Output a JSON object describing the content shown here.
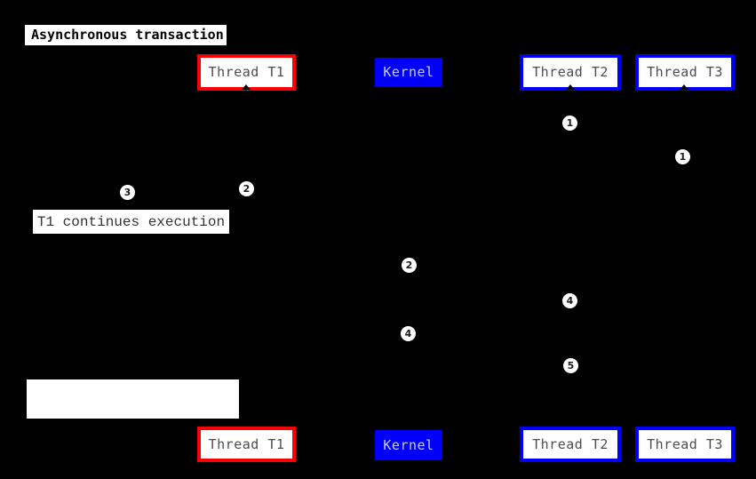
{
  "diagram": {
    "title": "Asynchronous transaction",
    "background_color": "#000000",
    "colors": {
      "thread_t1_border": "#fb0006",
      "thread_t2_t3_border": "#0000fa",
      "kernel_fill": "#0000fa",
      "kernel_text": "#ccccff",
      "participant_text": "#4d4d4d",
      "note_text": "#333333"
    },
    "participants": [
      {
        "id": "thread-t1",
        "label": "Thread T1",
        "style": "red-outline"
      },
      {
        "id": "kernel",
        "label": "Kernel",
        "style": "blue-filled"
      },
      {
        "id": "thread-t2",
        "label": "Thread T2",
        "style": "blue-outline"
      },
      {
        "id": "thread-t3",
        "label": "Thread T3",
        "style": "blue-outline"
      }
    ],
    "notes": [
      {
        "id": "t1-continues",
        "text": "T1 continues execution"
      },
      {
        "id": "blank-note",
        "text": ""
      }
    ],
    "sequence_markers": [
      {
        "id": "marker-1-thread-t2",
        "label": "1"
      },
      {
        "id": "marker-1-thread-t3",
        "label": "1"
      },
      {
        "id": "marker-2-thread-t1",
        "label": "2"
      },
      {
        "id": "marker-3-thread-t1",
        "label": "3"
      },
      {
        "id": "marker-2-kernel",
        "label": "2"
      },
      {
        "id": "marker-4-thread-t2",
        "label": "4"
      },
      {
        "id": "marker-4-kernel",
        "label": "4"
      },
      {
        "id": "marker-5-thread-t2",
        "label": "5"
      }
    ]
  }
}
